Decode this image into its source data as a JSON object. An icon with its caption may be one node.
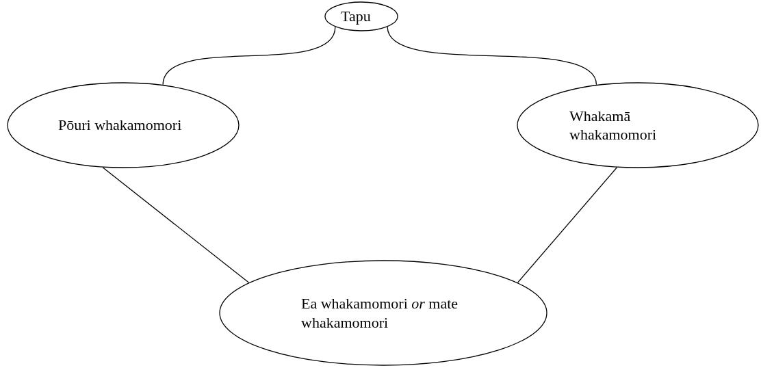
{
  "diagram": {
    "nodes": [
      {
        "text": [
          "Tapu"
        ]
      },
      {
        "text": [
          "Pōuri whakamomori"
        ]
      },
      {
        "text": [
          "Whakamā whakamomori"
        ]
      },
      {
        "text": [
          "Ea whakamomori *or* mate whakamomori"
        ]
      }
    ],
    "edges": [
      {
        "from": 0,
        "to": 1,
        "arrow": "none"
      },
      {
        "from": 0,
        "to": 2,
        "arrow": "none"
      },
      {
        "from": 1,
        "to": 3,
        "arrow": "none"
      },
      {
        "from": 2,
        "to": 3,
        "arrow": "none"
      }
    ]
  }
}
